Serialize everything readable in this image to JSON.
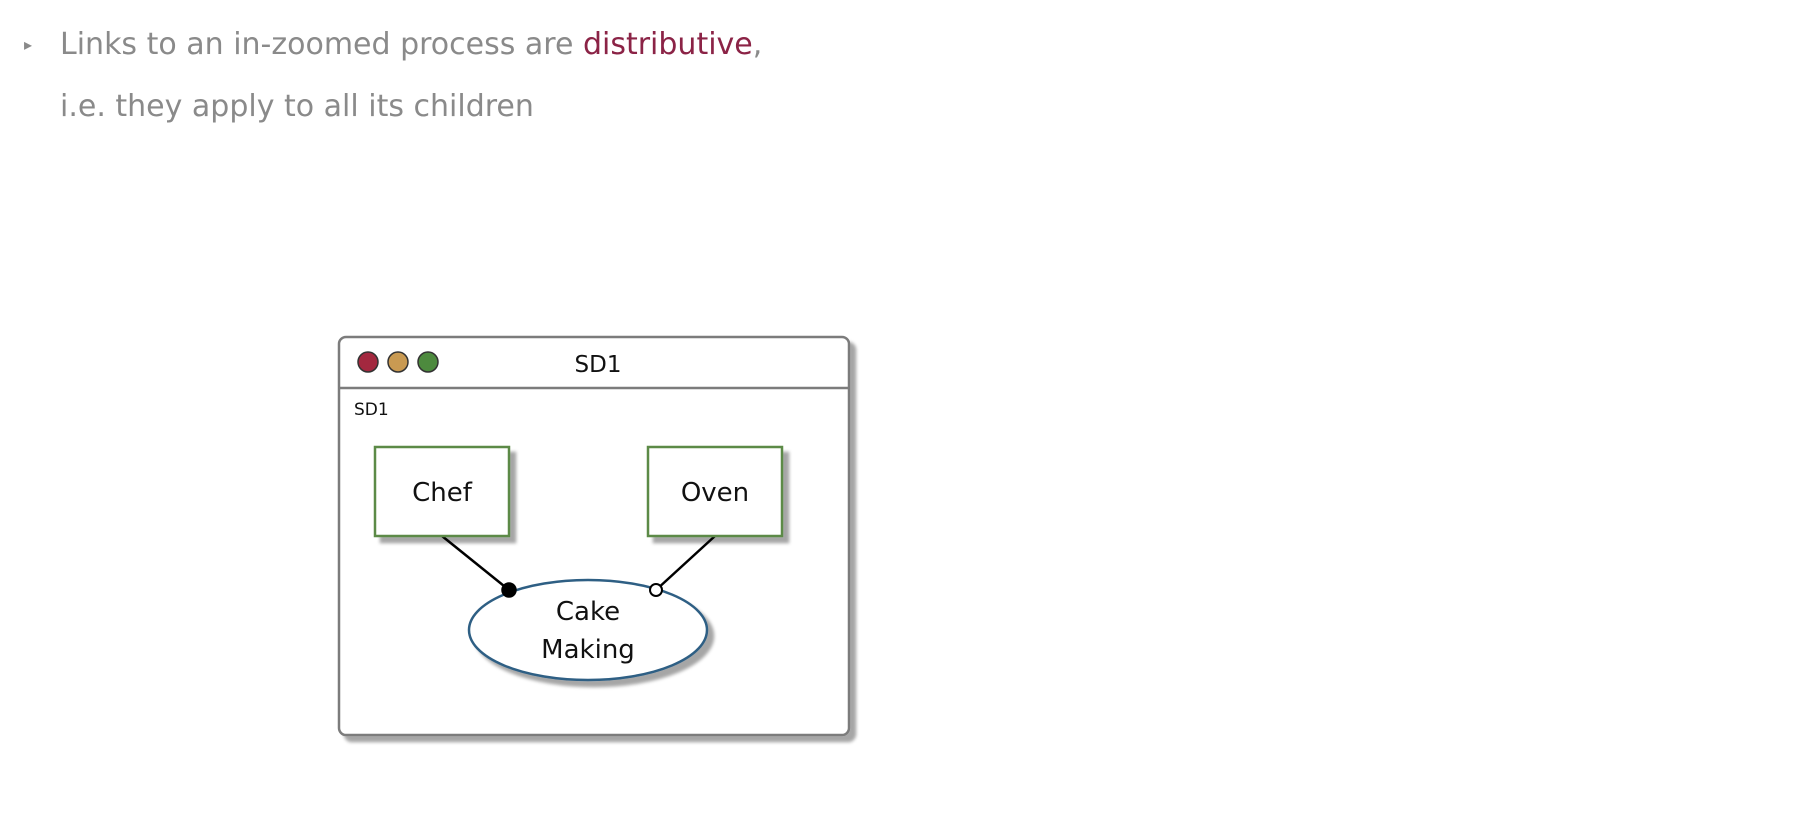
{
  "bullet": {
    "marker": "▸",
    "line1_prefix": "Links to an in-zoomed process are ",
    "line1_highlight": "distributive",
    "line1_suffix": ",",
    "line2": "i.e. they apply to all its children",
    "highlight_color": "#8b2346",
    "text_color": "#8a8a8a"
  },
  "window": {
    "title": "SD1",
    "diagram_label": "SD1",
    "buttons": [
      {
        "name": "close-button",
        "color": "#a3283f"
      },
      {
        "name": "minimize-button",
        "color": "#c99a52"
      },
      {
        "name": "maximize-button",
        "color": "#4d8a3e"
      }
    ]
  },
  "diagram": {
    "objects": [
      {
        "id": "chef",
        "label": "Chef",
        "border_color": "#5b8a46"
      },
      {
        "id": "oven",
        "label": "Oven",
        "border_color": "#5b8a46"
      }
    ],
    "process": {
      "id": "cake-making",
      "label_lines": [
        "Cake",
        "Making"
      ],
      "border_color": "#2f5f84"
    },
    "links": [
      {
        "from": "chef",
        "to": "cake-making",
        "type": "agent",
        "endpoint": "filled-circle"
      },
      {
        "from": "oven",
        "to": "cake-making",
        "type": "instrument",
        "endpoint": "hollow-circle"
      }
    ]
  }
}
